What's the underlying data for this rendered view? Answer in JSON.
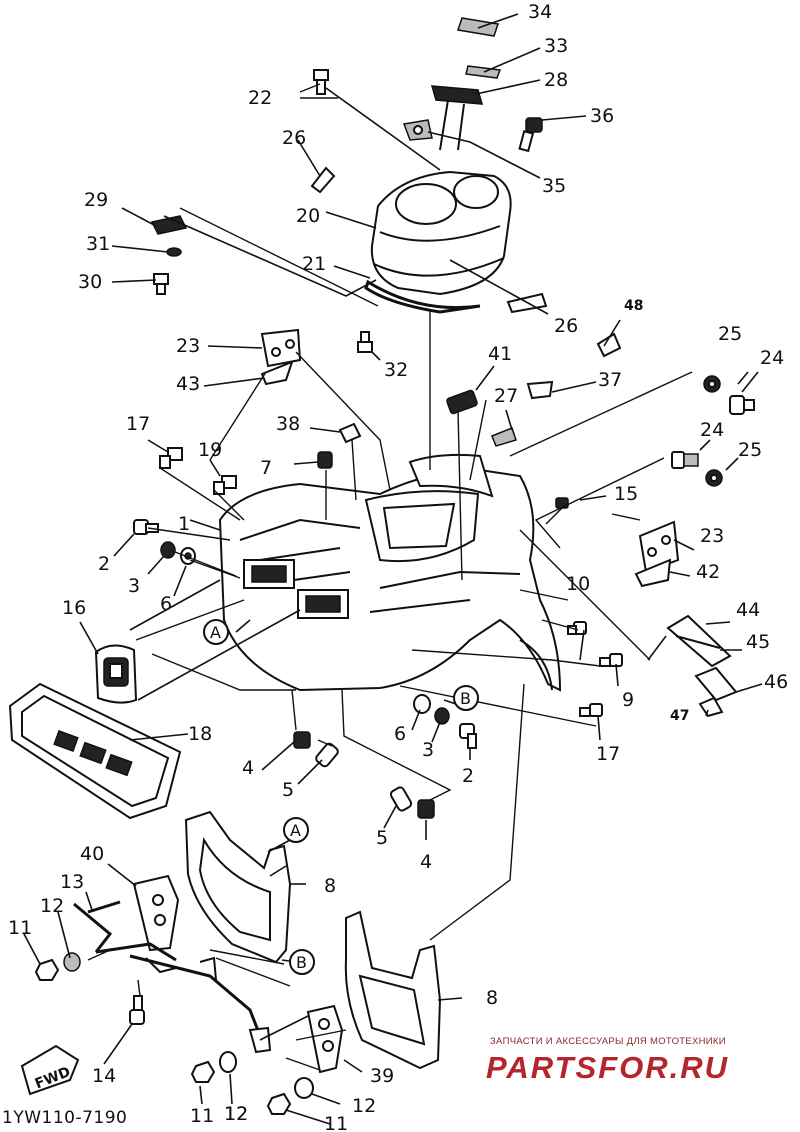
{
  "diagram": {
    "callouts": [
      "34",
      "33",
      "28",
      "22",
      "36",
      "26",
      "35",
      "29",
      "20",
      "31",
      "21",
      "30",
      "26",
      "48",
      "23",
      "32",
      "41",
      "25",
      "24",
      "43",
      "37",
      "27",
      "17",
      "38",
      "19",
      "24",
      "7",
      "25",
      "15",
      "1",
      "23",
      "2",
      "42",
      "3",
      "6",
      "10",
      "16",
      "44",
      "45",
      "9",
      "46",
      "47",
      "18",
      "6",
      "3",
      "2",
      "17",
      "4",
      "5",
      "5",
      "4",
      "40",
      "8",
      "13",
      "12",
      "11",
      "8",
      "14",
      "12",
      "39",
      "11",
      "12",
      "12",
      "11"
    ],
    "circled": [
      "A",
      "B",
      "A",
      "B"
    ],
    "fwd_label": "FWD",
    "footer_code": "1YW110-7190"
  },
  "watermark": {
    "caption": "ЗАПЧАСТИ И АКСЕССУАРЫ ДЛЯ МОТОТЕХНИКИ",
    "brand": "PARTSFOR.RU"
  },
  "colors": {
    "line": "#111111",
    "watermark": "#b3262b"
  }
}
